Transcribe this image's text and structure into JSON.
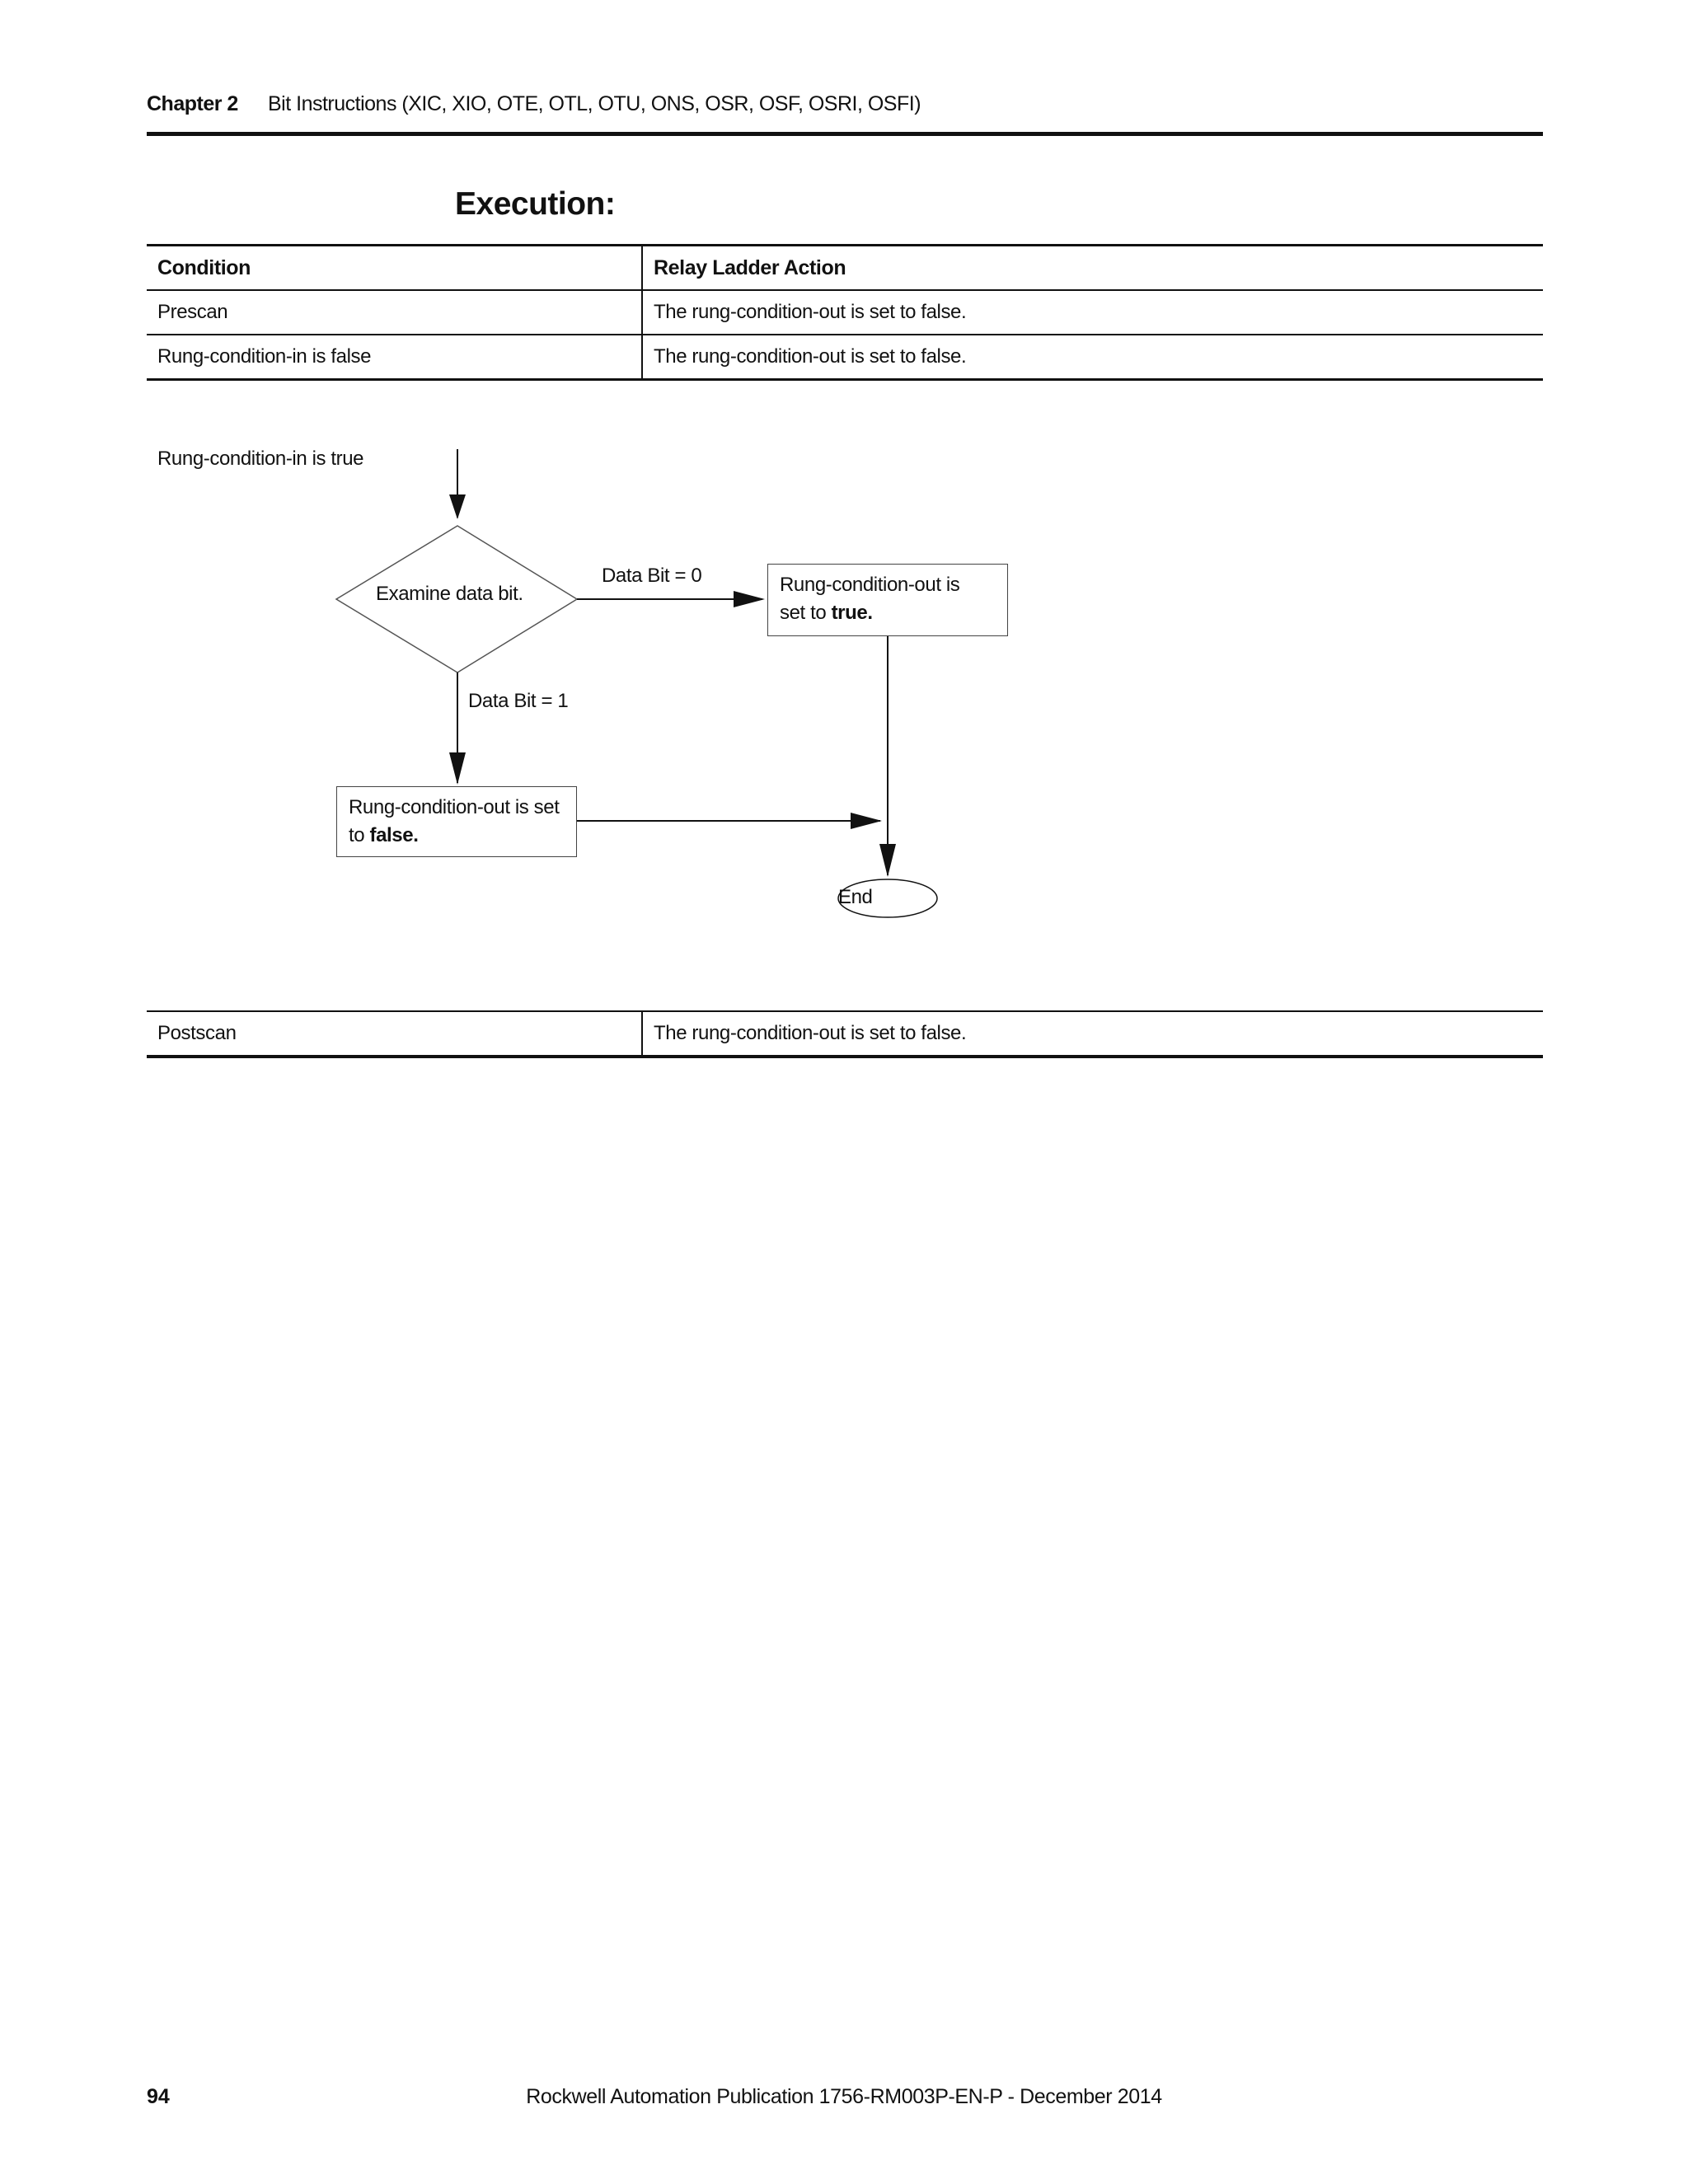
{
  "header": {
    "chapter_label": "Chapter 2",
    "chapter_title": "Bit Instructions (XIC, XIO, OTE, OTL, OTU, ONS, OSR, OSF, OSRI, OSFI)"
  },
  "section_heading": "Execution:",
  "execution_table": {
    "columns": [
      "Condition",
      "Relay Ladder Action"
    ],
    "rows": [
      [
        "Prescan",
        "The rung-condition-out is set to false."
      ],
      [
        "Rung-condition-in is false",
        "The rung-condition-out is set to false."
      ]
    ]
  },
  "flowchart": {
    "start_label": "Rung-condition-in is true",
    "decision": "Examine data bit.",
    "branch_0_label": "Data Bit = 0",
    "branch_1_label": "Data Bit = 1",
    "true_box": {
      "text_pre": "Rung-condition-out is",
      "text_mid": "set to ",
      "text_bold": "true."
    },
    "false_box": {
      "text_pre": "Rung-condition-out is set",
      "text_mid": "to ",
      "text_bold": "false."
    },
    "end_label": "End"
  },
  "postscan_table": {
    "rows": [
      [
        "Postscan",
        "The rung-condition-out is set to false."
      ]
    ]
  },
  "footer": {
    "page_number": "94",
    "publication": "Rockwell Automation Publication 1756-RM003P-EN-P - December 2014"
  }
}
